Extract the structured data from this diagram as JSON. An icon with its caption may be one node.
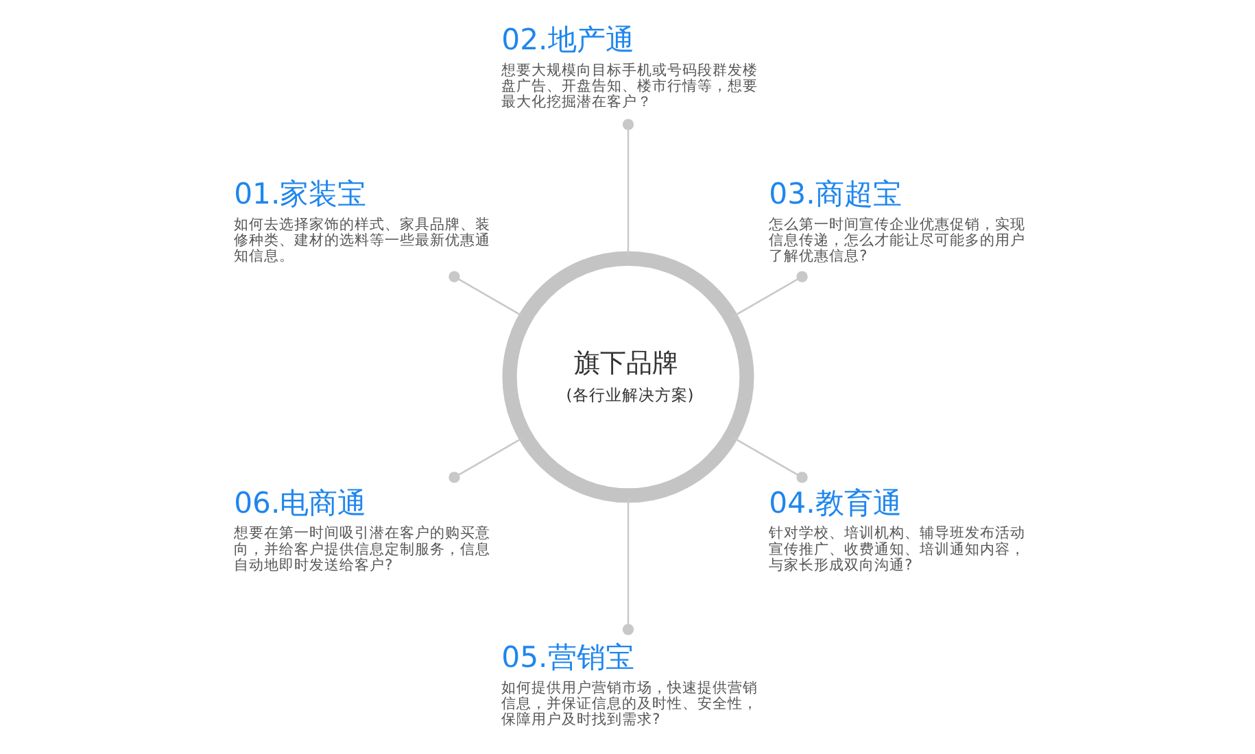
{
  "diagram": {
    "nodes": [
      {
        "text": [
          "01.家装宝",
          "如何去选择家饰的样式、家具品牌、装修种类、建材的选料等一些最新优惠通知信息。"
        ]
      },
      {
        "text": [
          "02.地产通",
          "想要大规模向目标手机或号码段群发楼盘广告、开盘告知、楼市行情等，想要最大化挖掘潜在客户？"
        ]
      },
      {
        "text": [
          "06.电商通",
          "想要在第一时间吸引潜在客户的购买意向，并给客户提供信息定制服务，信息自动地即时发送给客户?"
        ]
      },
      {
        "text": [
          "旗下品牌",
          "(各行业解决方案)"
        ]
      },
      {
        "text": [
          "03.商超宝",
          "怎么第一时间宣传企业优惠促销，实现信息传递，怎么才能让尽可能多的用户了解优惠信息?"
        ]
      },
      {
        "text": [
          "05.营销宝",
          "如何提供用户营销市场，快速提供营销信息，并保证信息的及时性、安全性，保障用户及时找到需求?"
        ]
      },
      {
        "text": [
          "04.教育通",
          "针对学校、培训机构、辅导班发布活动宣传推广、收费通知、培训通知内容，与家长形成双向沟通?"
        ]
      }
    ],
    "edges": [
      {
        "from": 3,
        "to": 0,
        "arrow": "other"
      },
      {
        "from": 3,
        "to": 1,
        "arrow": "other"
      },
      {
        "from": 3,
        "to": 4,
        "arrow": "other"
      },
      {
        "from": 3,
        "to": 6,
        "arrow": "other"
      },
      {
        "from": 3,
        "to": 5,
        "arrow": "other"
      },
      {
        "from": 3,
        "to": 2,
        "arrow": "other"
      }
    ]
  }
}
